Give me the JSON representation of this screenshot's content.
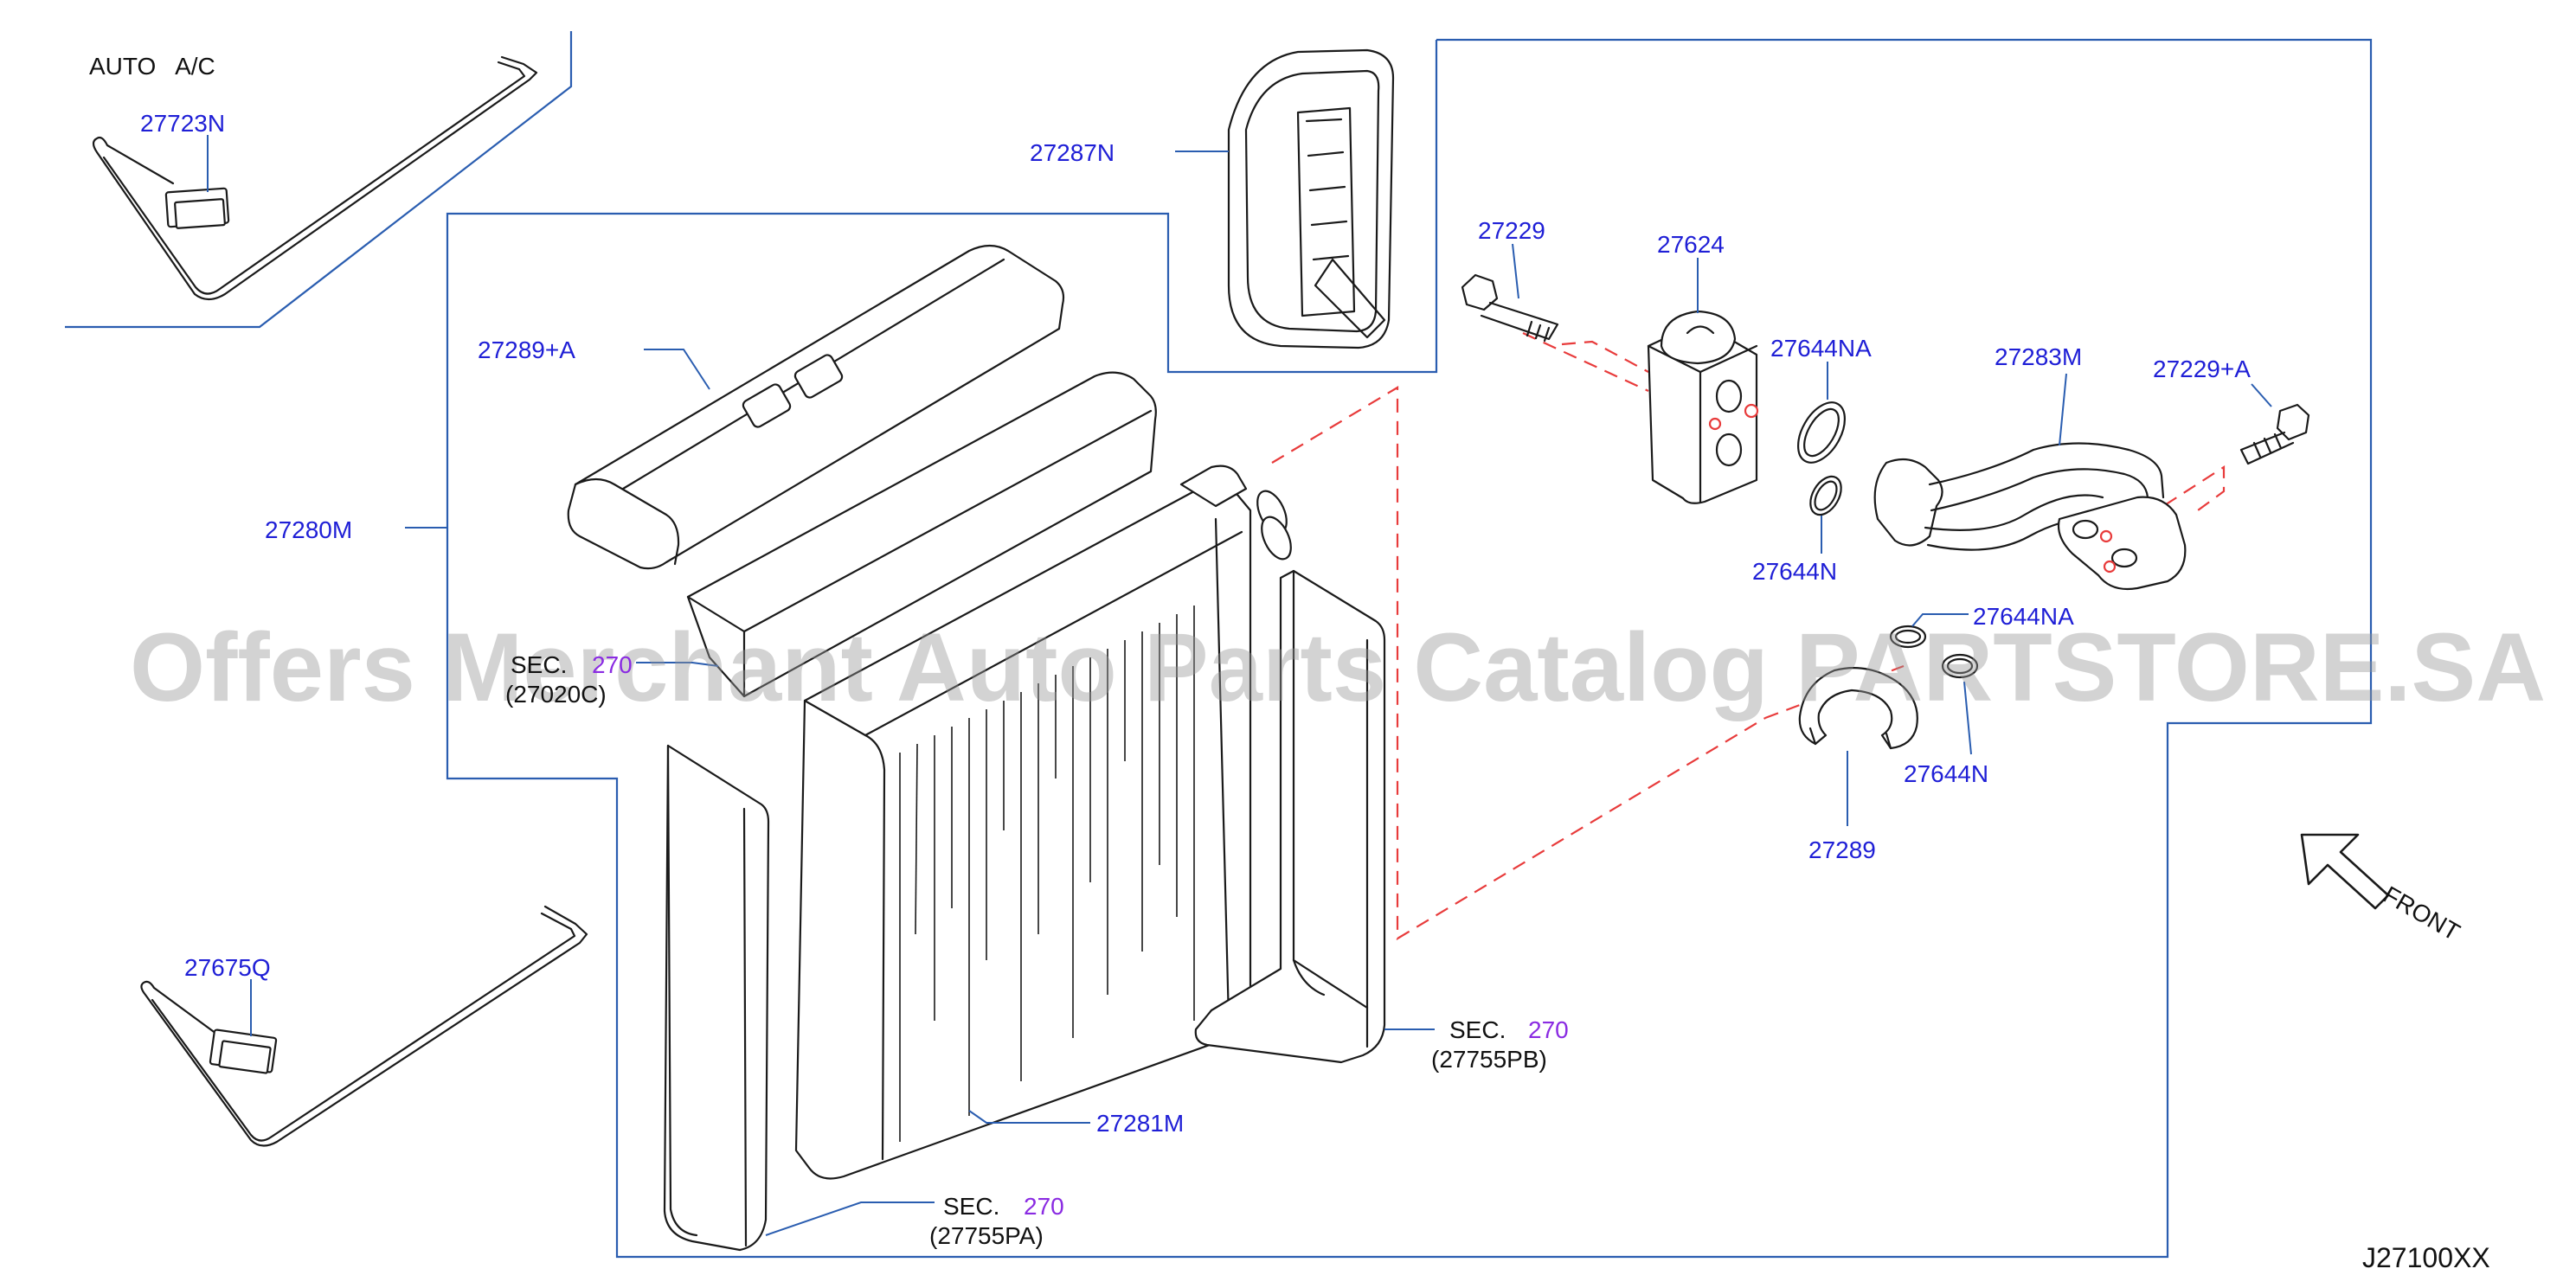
{
  "header": {
    "variant": "AUTO   A/C"
  },
  "labels": {
    "p27723N": "27723N",
    "p27287N": "27287N",
    "p27289A": "27289+A",
    "p27280M": "27280M",
    "p27675Q": "27675Q",
    "p27281M": "27281M",
    "p27229": "27229",
    "p27624": "27624",
    "p27644NA_1": "27644NA",
    "p27644N_1": "27644N",
    "p27283M": "27283M",
    "p27229A": "27229+A",
    "p27644NA_2": "27644NA",
    "p27644N_2": "27644N",
    "p27289": "27289"
  },
  "sec_refs": {
    "upper": {
      "prefix": "SEC.",
      "num": "270",
      "part": "(27020C)"
    },
    "right": {
      "prefix": "SEC.",
      "num": "270",
      "part": "(27755PB)"
    },
    "bottom": {
      "prefix": "SEC.",
      "num": "270",
      "part": "(27755PA)"
    }
  },
  "direction": {
    "label": "FRONT"
  },
  "diagram_code": "J27100XX",
  "watermark": "Offers Merchant Auto Parts Catalog PARTSTORE.SA",
  "colors": {
    "part_label": "#1f1fd6",
    "sec_number": "#8a2be2",
    "frame_line": "#2a5db0",
    "dashed_line": "#e83b3b",
    "watermark": "#969696"
  }
}
